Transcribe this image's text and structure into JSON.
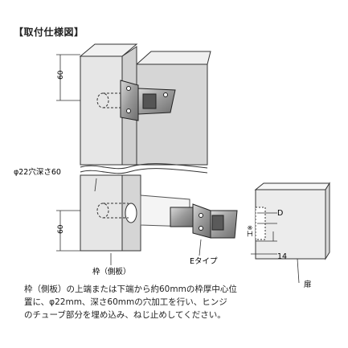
{
  "title": "【取付仕様図】",
  "labels": {
    "dim_top_60": "60",
    "hole_spec": "φ22穴深さ60",
    "dim_bottom_60": "60",
    "frame_label": "枠（側板）",
    "type_label": "Eタイプ",
    "dim_d": "D",
    "dim_14": "14",
    "dim_work": "※工",
    "door_label": "扉"
  },
  "description": [
    "枠（側板）の上端または下端から約60mmの枠厚中心位",
    "置に、φ22mm、深さ60mmの穴加工を行い、ヒンジ",
    "のチューブ部分を埋め込み、ねじ止めしてください。"
  ]
}
